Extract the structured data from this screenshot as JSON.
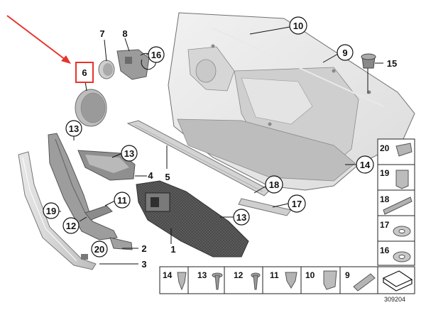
{
  "diagram": {
    "reference": "309204",
    "callouts": [
      "1",
      "2",
      "3",
      "4",
      "5",
      "6",
      "7",
      "8",
      "9",
      "10",
      "11",
      "12",
      "13",
      "13",
      "13",
      "14",
      "15",
      "16",
      "17",
      "18",
      "19",
      "20"
    ],
    "highlighted_part": "6",
    "accent_color": "#e8322b",
    "side_panel": [
      "20",
      "19",
      "18",
      "17",
      "16"
    ],
    "bottom_panel": [
      "14",
      "13",
      "12",
      "11",
      "10",
      "9"
    ]
  }
}
